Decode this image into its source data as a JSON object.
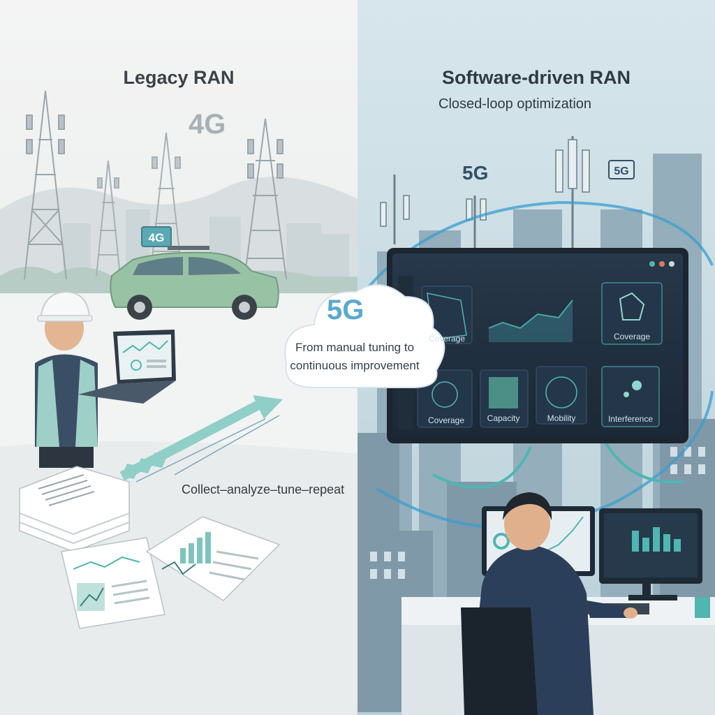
{
  "left_panel": {
    "title": "Legacy RAN",
    "network_label": "4G",
    "car_sign": "4G",
    "process_caption": "Collect–analyze–tune–repeat"
  },
  "right_panel": {
    "title": "Software-driven RAN",
    "subtitle": "Closed-loop optimization",
    "network_label": "5G",
    "antenna_sign": "5G",
    "dashboard": {
      "tiles": [
        "Coverage",
        "Coverage",
        "Capacity",
        "Mobility",
        "Interference"
      ]
    }
  },
  "transition_cloud": {
    "badge": "5G",
    "line1": "From manual tuning to",
    "line2": "continuous improvement"
  },
  "colors": {
    "accent_teal": "#4fb6b2",
    "loop_blue": "#3a9ed0",
    "dark_navy": "#22303f",
    "left_bg": "#eef0f0",
    "right_bg": "#cfdfe6"
  }
}
